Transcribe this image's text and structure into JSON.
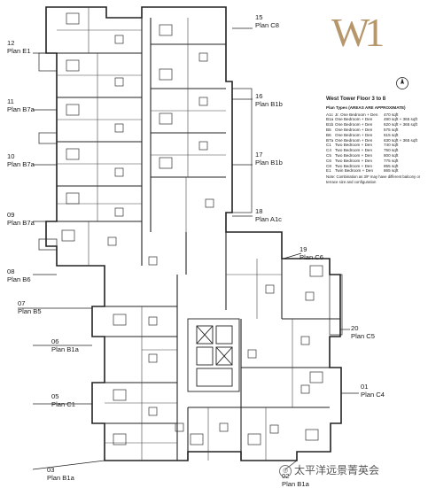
{
  "logo": {
    "text": "W1"
  },
  "units": [
    {
      "id": "u15",
      "number": "15",
      "plan": "Plan C8"
    },
    {
      "id": "u12",
      "number": "12",
      "plan": "Plan E1"
    },
    {
      "id": "u16",
      "number": "16",
      "plan": "Plan B1b"
    },
    {
      "id": "u11",
      "number": "11",
      "plan": "Plan B7a"
    },
    {
      "id": "u17",
      "number": "17",
      "plan": "Plan B1b"
    },
    {
      "id": "u10",
      "number": "10",
      "plan": "Plan B7a"
    },
    {
      "id": "u18",
      "number": "18",
      "plan": "Plan A1c"
    },
    {
      "id": "u09",
      "number": "09",
      "plan": "Plan B7a"
    },
    {
      "id": "u19",
      "number": "19",
      "plan": "Plan C6"
    },
    {
      "id": "u08",
      "number": "08",
      "plan": "Plan B6"
    },
    {
      "id": "u07",
      "number": "07",
      "plan": "Plan B5"
    },
    {
      "id": "u20",
      "number": "20",
      "plan": "Plan C5"
    },
    {
      "id": "u06",
      "number": "06",
      "plan": "Plan B1a"
    },
    {
      "id": "u01",
      "number": "01",
      "plan": "Plan C4"
    },
    {
      "id": "u05",
      "number": "05",
      "plan": "Plan C1"
    },
    {
      "id": "u03",
      "number": "03",
      "plan": "Plan B1a"
    },
    {
      "id": "u02",
      "number": "02",
      "plan": "Plan B1a"
    }
  ],
  "legend": {
    "title": "West Tower Floor 3 to 8",
    "header": "Plan Types (AREAS ARE APPROXIMATE)",
    "rows": [
      {
        "code": "A1c",
        "desc": "Jr. One Bedroom + Den",
        "area": "470 sqft"
      },
      {
        "code": "B1a",
        "desc": "One Bedroom + Den",
        "area": "490 sqft + 365 sqft"
      },
      {
        "code": "B1b",
        "desc": "One Bedroom + Den",
        "area": "620 sqft + 365 sqft"
      },
      {
        "code": "B5",
        "desc": "One Bedroom + Den",
        "area": "575 sqft"
      },
      {
        "code": "B6",
        "desc": "One Bedroom + Den",
        "area": "615 sqft"
      },
      {
        "code": "B7a",
        "desc": "One Bedroom + Den",
        "area": "630 sqft + 365 sqft"
      },
      {
        "code": "C1",
        "desc": "Two Bedroom + Den",
        "area": "740 sqft"
      },
      {
        "code": "C4",
        "desc": "Two Bedroom + Den",
        "area": "750 sqft"
      },
      {
        "code": "C5",
        "desc": "Two Bedroom + Den",
        "area": "800 sqft"
      },
      {
        "code": "C6",
        "desc": "Two Bedroom + Den",
        "area": "775 sqft"
      },
      {
        "code": "C8",
        "desc": "Two Bedroom + Den",
        "area": "855 sqft"
      },
      {
        "code": "E1",
        "desc": "Twin Bedroom + Den",
        "area": "865 sqft"
      }
    ],
    "note": "Note: Combination as 3/F may have different balcony or terrace size and configuration"
  },
  "watermark": {
    "text": "太平洋远景菁英会"
  },
  "colors": {
    "ink": "#222222",
    "logo": "#b5976b",
    "fill": "#f4f4f4"
  }
}
